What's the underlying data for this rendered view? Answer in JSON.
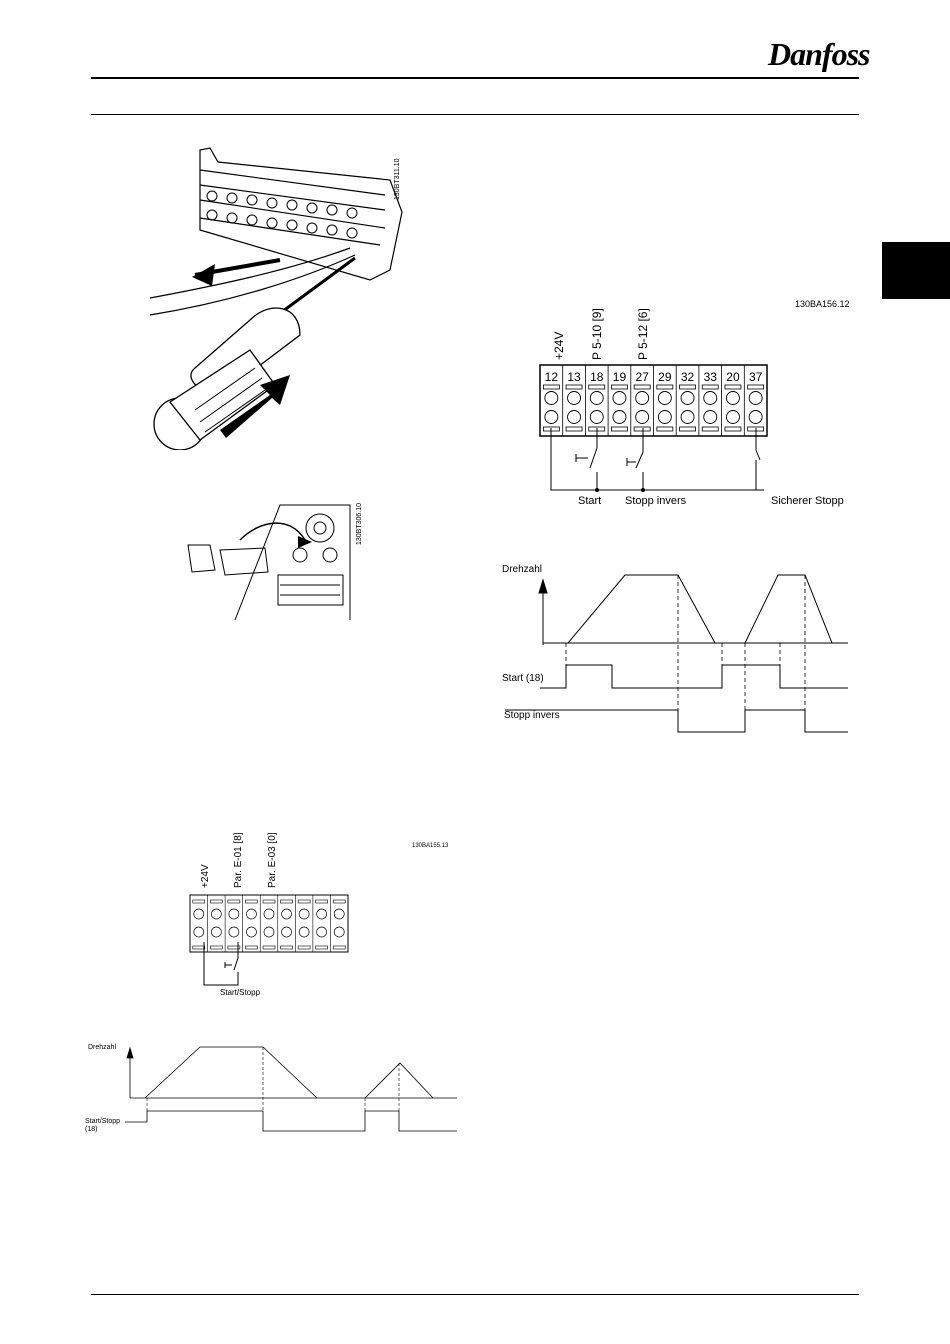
{
  "header": {
    "brand": "Danfoss"
  },
  "figures": {
    "screwdriver": {
      "code": "130BT311.10"
    },
    "connector": {
      "code": "130BT306.10"
    },
    "wiring_right": {
      "code": "130BA156.12",
      "col_labels": [
        "+24V",
        "P 5-10 [9]",
        "P 5-12 [6]"
      ],
      "terminals": [
        "12",
        "13",
        "18",
        "19",
        "27",
        "29",
        "32",
        "33",
        "20",
        "37"
      ],
      "switch_labels": [
        "Start",
        "Stopp invers",
        "Sicherer Stopp"
      ]
    },
    "timing_right": {
      "y_label": "Drehzahl",
      "signals": [
        "Start (18)",
        "Stopp invers"
      ]
    },
    "wiring_left": {
      "code": "130BA155.13",
      "col_labels": [
        "+24V",
        "Par. E-01 [8]",
        "Par. E-03 [0]"
      ],
      "switch_label": "Start/Stopp"
    },
    "timing_left": {
      "y_label": "Drehzahl",
      "signal_line1": "Start/Stopp",
      "signal_line2": "(18)"
    }
  }
}
